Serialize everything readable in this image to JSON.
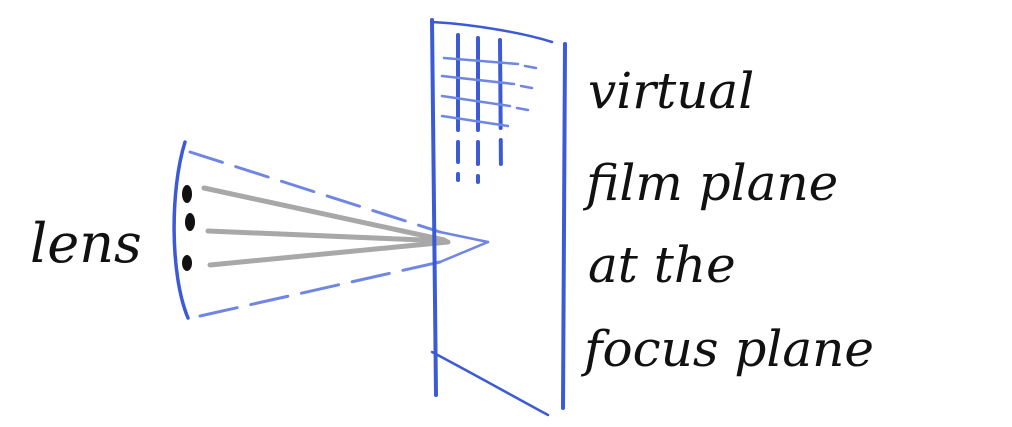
{
  "labels": {
    "lens": "lens",
    "plane_lines": [
      "virtual",
      "film plane",
      "at the",
      "focus plane"
    ]
  },
  "colors": {
    "stroke_blue": "#3b5bd6",
    "dashed_blue": "#6f86e3",
    "ray_gray": "#a8a8a8",
    "ink": "#111111"
  }
}
